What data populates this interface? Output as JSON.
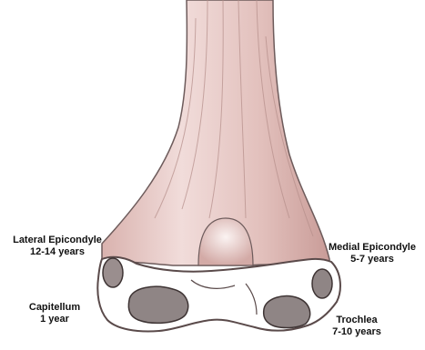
{
  "labels": {
    "lateral_epicondyle": {
      "name": "Lateral Epicondyle",
      "age": "12-14 years"
    },
    "medial_epicondyle": {
      "name": "Medial Epicondyle",
      "age": "5-7 years"
    },
    "capitellum": {
      "name": "Capitellum",
      "age": "1 year"
    },
    "trochlea": {
      "name": "Trochlea",
      "age": "7-10 years"
    }
  },
  "colors": {
    "bone_fill": "#e8c9c6",
    "bone_shade": "#c9a19e",
    "outline": "#5a4a4a",
    "cartilage_fill": "#ffffff",
    "ossification_center": "#8f8585"
  }
}
